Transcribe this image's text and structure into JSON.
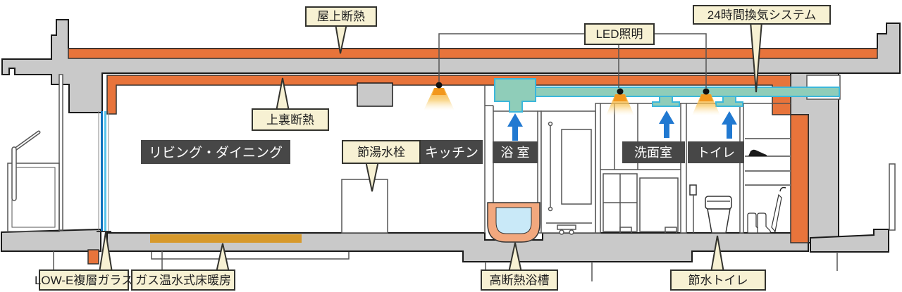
{
  "diagram_type": "apartment-cross-section",
  "labels": {
    "roof_insulation": "屋上断熱",
    "ventilation_24h": "24時間換気システム",
    "led_lighting": "LED照明",
    "ceiling_insulation": "上裏断熱",
    "water_saving_faucet": "節湯水栓",
    "low_e_glass": "LOW-E複層ガラス",
    "gas_floor_heating": "ガス温水式床暖房",
    "insulated_bathtub": "高断熱浴槽",
    "water_saving_toilet": "節水トイレ"
  },
  "rooms": {
    "living_dining": "リビング・ダイニング",
    "kitchen": "キッチン",
    "bathroom": "浴 室",
    "washroom": "洗面室",
    "toilet": "トイレ"
  },
  "colors": {
    "insulation_orange": "#E8743B",
    "floor_heating_ochre": "#D7992B",
    "duct_fill": "#8FCDB9",
    "duct_stroke": "#3BB7DB",
    "arrow_blue": "#2179D1",
    "concrete_gray": "#C9C9C9",
    "callout_bg": "#F7F1D3",
    "room_label_bg": "#474747",
    "led_glow": "#F5A11F",
    "window_blue_outer": "#1274BE",
    "window_blue_inner": "#56C3EB",
    "bath_water": "#C9E9F8",
    "tub_shell": "#F2A87E"
  }
}
